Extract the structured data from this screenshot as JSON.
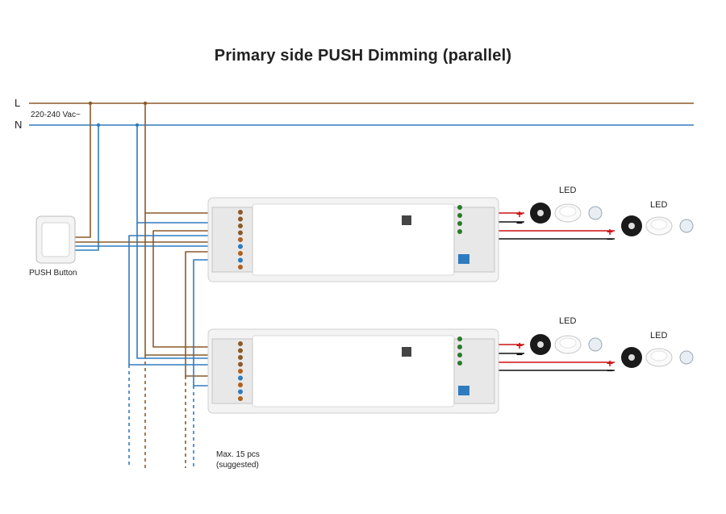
{
  "title": "Primary side PUSH Dimming (parallel)",
  "mains": {
    "line_label": "L",
    "neutral_label": "N",
    "voltage_label": "220-240 Vac~"
  },
  "push_button": {
    "label": "PUSH Button"
  },
  "note": {
    "line1": "Max. 15 pcs",
    "line2": "(suggested)"
  },
  "outputs": {
    "led_label": "LED",
    "plus": "+",
    "minus": "−"
  },
  "colors": {
    "line_wire": "#8b5a2b",
    "neutral_wire": "#2f7bbf",
    "positive_wire": "#d01010",
    "negative_wire": "#111111"
  }
}
